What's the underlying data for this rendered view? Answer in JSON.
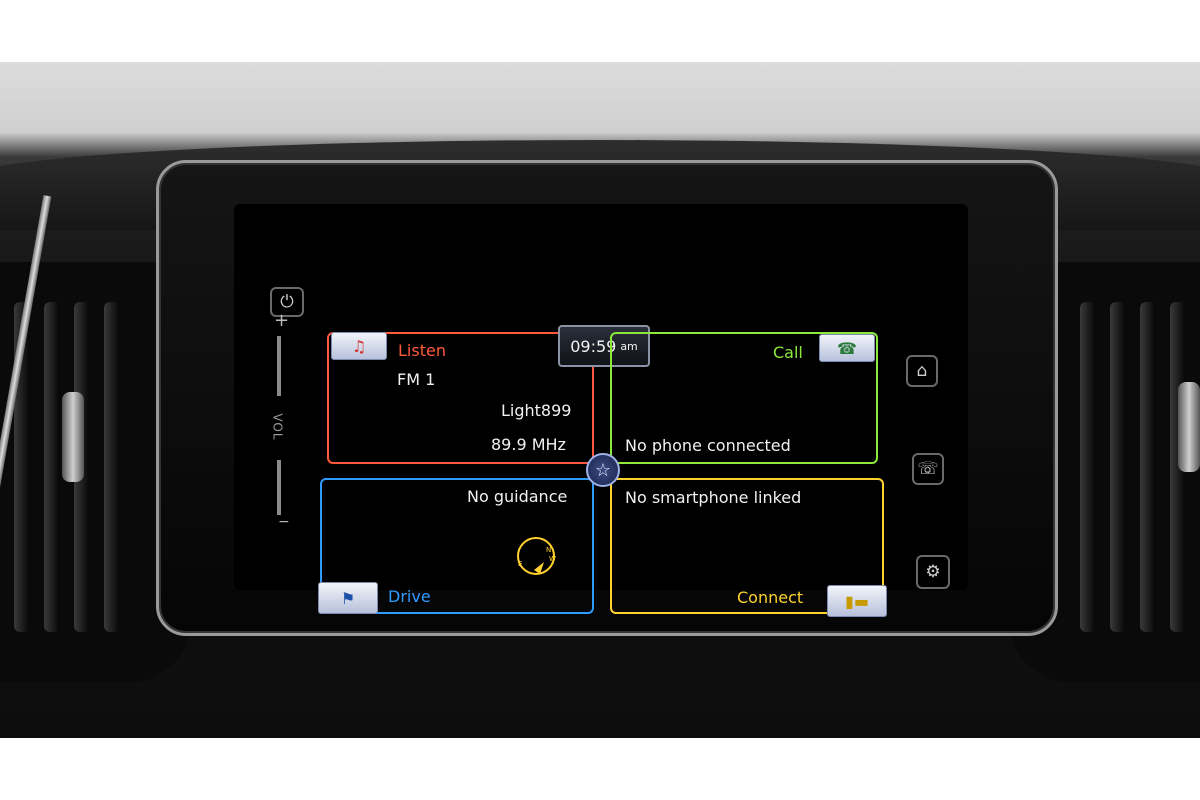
{
  "clock": {
    "time": "09:59",
    "ampm": "am"
  },
  "listen": {
    "title": "Listen",
    "band": "FM 1",
    "station": "Light899",
    "frequency": "89.9  MHz"
  },
  "call": {
    "title": "Call",
    "status": "No phone connected"
  },
  "drive": {
    "title": "Drive",
    "status": "No guidance"
  },
  "connect": {
    "title": "Connect",
    "status": "No smartphone linked"
  },
  "volume": {
    "label": "VOL",
    "plus": "+",
    "minus": "−"
  },
  "compass": {
    "n": "N",
    "e": "E",
    "w": "W"
  },
  "colors": {
    "listen": "#ff5a3c",
    "call": "#8ee83a",
    "drive": "#2f9bff",
    "connect": "#ffd22e"
  },
  "icons": {
    "power": "power-icon",
    "home": "home-icon",
    "voice": "voice-command-icon",
    "settings": "settings-icon",
    "listen": "radio-icon",
    "call": "phone-icon",
    "drive": "navigation-icon",
    "connect": "smartphone-icon",
    "favorite": "star-icon"
  }
}
